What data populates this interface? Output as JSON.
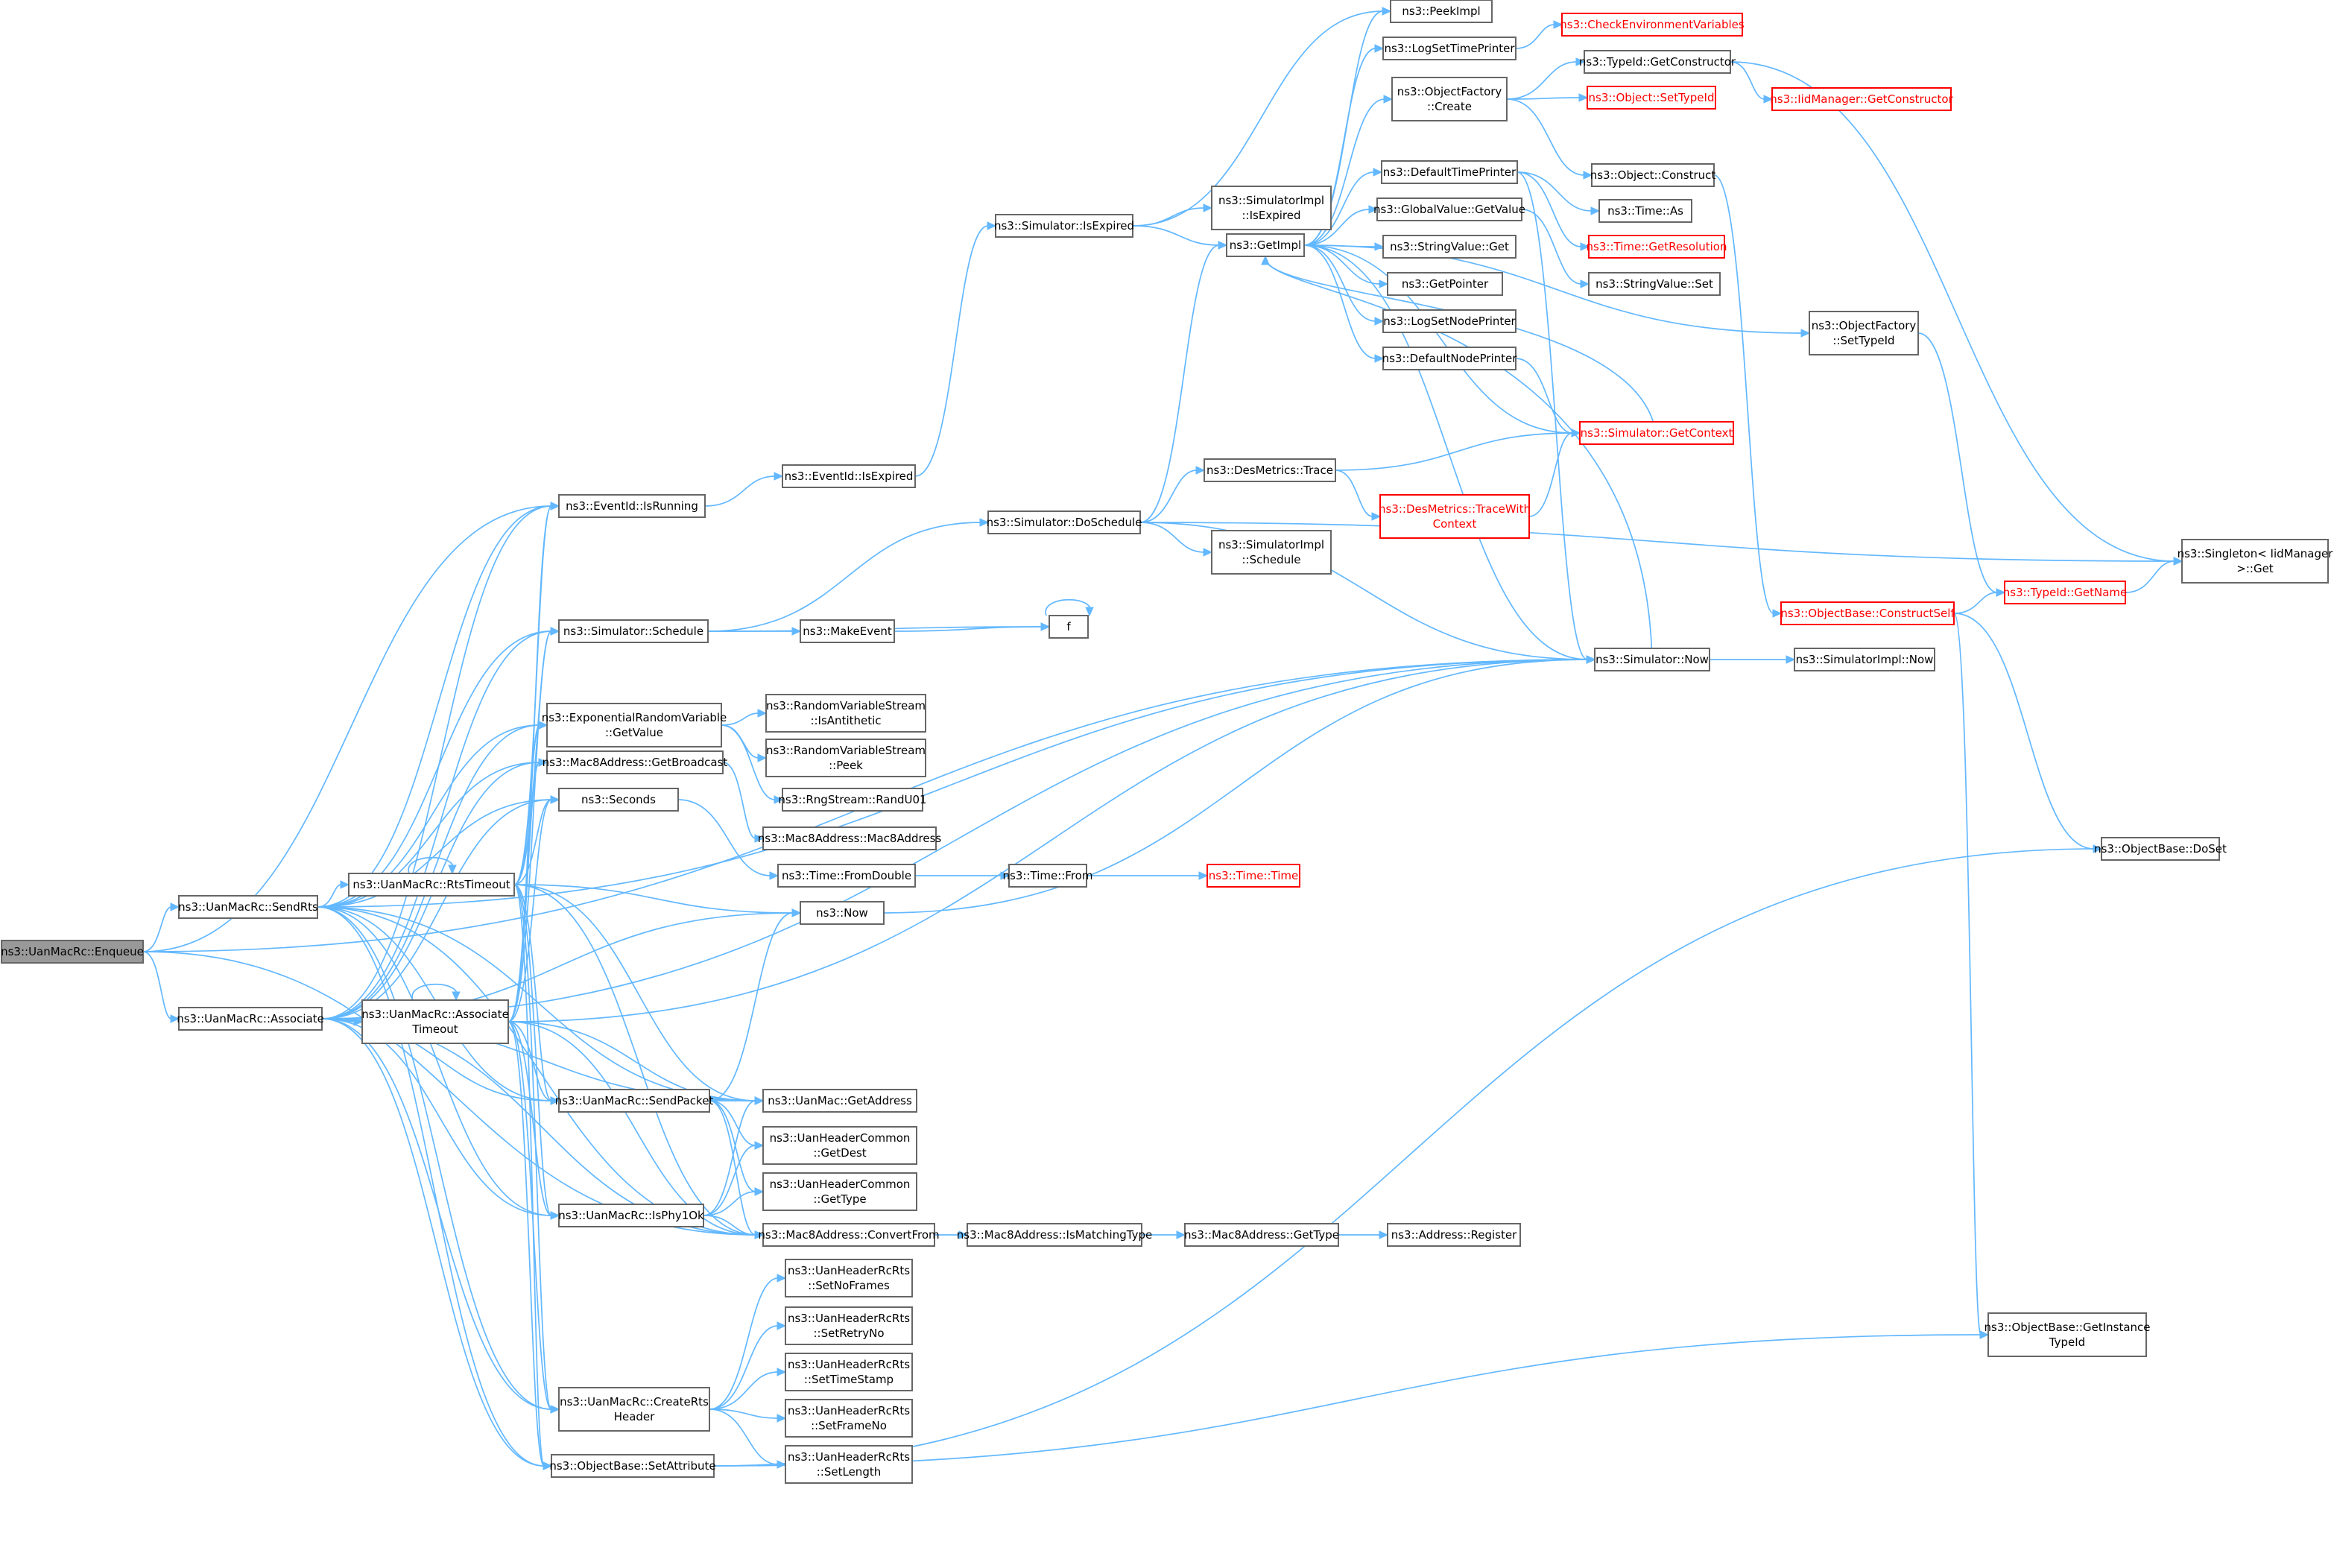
{
  "colors": {
    "edge": "#63b8ff",
    "node_border": "#666666",
    "highlight_border": "#ff0000",
    "start_fill": "#999999"
  },
  "nodes": [
    {
      "id": "enqueue",
      "lines": [
        "ns3::UanMacRc::Enqueue"
      ],
      "start": true
    },
    {
      "id": "sendrts",
      "lines": [
        "ns3::UanMacRc::SendRts"
      ]
    },
    {
      "id": "associate",
      "lines": [
        "ns3::UanMacRc::Associate"
      ]
    },
    {
      "id": "rtstimeout",
      "lines": [
        "ns3::UanMacRc::RtsTimeout"
      ]
    },
    {
      "id": "assoctimeout",
      "lines": [
        "ns3::UanMacRc::Associate",
        "Timeout"
      ]
    },
    {
      "id": "isrunning",
      "lines": [
        "ns3::EventId::IsRunning"
      ]
    },
    {
      "id": "schedule",
      "lines": [
        "ns3::Simulator::Schedule"
      ]
    },
    {
      "id": "expgetvalue",
      "lines": [
        "ns3::ExponentialRandomVariable",
        "::GetValue"
      ]
    },
    {
      "id": "getbroadcast",
      "lines": [
        "ns3::Mac8Address::GetBroadcast"
      ]
    },
    {
      "id": "seconds",
      "lines": [
        "ns3::Seconds"
      ]
    },
    {
      "id": "sendpacket",
      "lines": [
        "ns3::UanMacRc::SendPacket"
      ]
    },
    {
      "id": "isphy1ok",
      "lines": [
        "ns3::UanMacRc::IsPhy1Ok"
      ]
    },
    {
      "id": "creatertsheader",
      "lines": [
        "ns3::UanMacRc::CreateRts",
        "Header"
      ]
    },
    {
      "id": "setattribute",
      "lines": [
        "ns3::ObjectBase::SetAttribute"
      ]
    },
    {
      "id": "iseexpired",
      "lines": [
        "ns3::EventId::IsExpired"
      ]
    },
    {
      "id": "simisexpired",
      "lines": [
        "ns3::Simulator::IsExpired"
      ]
    },
    {
      "id": "doschedule",
      "lines": [
        "ns3::Simulator::DoSchedule"
      ]
    },
    {
      "id": "makeevent",
      "lines": [
        "ns3::MakeEvent"
      ]
    },
    {
      "id": "f",
      "lines": [
        "f"
      ]
    },
    {
      "id": "isantithetic",
      "lines": [
        "ns3::RandomVariableStream",
        "::IsAntithetic"
      ]
    },
    {
      "id": "peek",
      "lines": [
        "ns3::RandomVariableStream",
        "::Peek"
      ]
    },
    {
      "id": "randu01",
      "lines": [
        "ns3::RngStream::RandU01"
      ]
    },
    {
      "id": "mac8ctor",
      "lines": [
        "ns3::Mac8Address::Mac8Address"
      ]
    },
    {
      "id": "fromdouble",
      "lines": [
        "ns3::Time::FromDouble"
      ]
    },
    {
      "id": "now",
      "lines": [
        "ns3::Now"
      ]
    },
    {
      "id": "uanmacgetaddress",
      "lines": [
        "ns3::UanMac::GetAddress"
      ]
    },
    {
      "id": "getdest",
      "lines": [
        "ns3::UanHeaderCommon",
        "::GetDest"
      ]
    },
    {
      "id": "gettype_common",
      "lines": [
        "ns3::UanHeaderCommon",
        "::GetType"
      ]
    },
    {
      "id": "convertfrom",
      "lines": [
        "ns3::Mac8Address::ConvertFrom"
      ]
    },
    {
      "id": "setnoframes",
      "lines": [
        "ns3::UanHeaderRcRts",
        "::SetNoFrames"
      ]
    },
    {
      "id": "setretryno",
      "lines": [
        "ns3::UanHeaderRcRts",
        "::SetRetryNo"
      ]
    },
    {
      "id": "settimestamp",
      "lines": [
        "ns3::UanHeaderRcRts",
        "::SetTimeStamp"
      ]
    },
    {
      "id": "setframeno",
      "lines": [
        "ns3::UanHeaderRcRts",
        "::SetFrameNo"
      ]
    },
    {
      "id": "setlength",
      "lines": [
        "ns3::UanHeaderRcRts",
        "::SetLength"
      ]
    },
    {
      "id": "simimplisexpired",
      "lines": [
        "ns3::SimulatorImpl",
        "::IsExpired"
      ]
    },
    {
      "id": "getimpl",
      "lines": [
        "ns3::GetImpl"
      ]
    },
    {
      "id": "destrace",
      "lines": [
        "ns3::DesMetrics::Trace"
      ]
    },
    {
      "id": "simimplschedule",
      "lines": [
        "ns3::SimulatorImpl",
        "::Schedule"
      ]
    },
    {
      "id": "timefrom",
      "lines": [
        "ns3::Time::From"
      ]
    },
    {
      "id": "ismatchingtype",
      "lines": [
        "ns3::Mac8Address::IsMatchingType"
      ]
    },
    {
      "id": "mac8gettype",
      "lines": [
        "ns3::Mac8Address::GetType"
      ]
    },
    {
      "id": "register",
      "lines": [
        "ns3::Address::Register"
      ]
    },
    {
      "id": "timetime",
      "lines": [
        "ns3::Time::Time"
      ],
      "red": true
    },
    {
      "id": "peekimpl",
      "lines": [
        "ns3::PeekImpl"
      ]
    },
    {
      "id": "logsettimeprinter",
      "lines": [
        "ns3::LogSetTimePrinter"
      ]
    },
    {
      "id": "ofcreate",
      "lines": [
        "ns3::ObjectFactory",
        "::Create"
      ]
    },
    {
      "id": "defaulttimeprinter",
      "lines": [
        "ns3::DefaultTimePrinter"
      ]
    },
    {
      "id": "globalvalue",
      "lines": [
        "ns3::GlobalValue::GetValue"
      ]
    },
    {
      "id": "stringvalueget",
      "lines": [
        "ns3::StringValue::Get"
      ]
    },
    {
      "id": "getpointer",
      "lines": [
        "ns3::GetPointer"
      ]
    },
    {
      "id": "logsetnodeprinter",
      "lines": [
        "ns3::LogSetNodePrinter"
      ]
    },
    {
      "id": "defaultnodeprinter",
      "lines": [
        "ns3::DefaultNodePrinter"
      ]
    },
    {
      "id": "destracewithcontext",
      "lines": [
        "ns3::DesMetrics::TraceWith",
        "Context"
      ],
      "red": true
    },
    {
      "id": "getcontext",
      "lines": [
        "ns3::Simulator::GetContext"
      ],
      "red": true
    },
    {
      "id": "simnow",
      "lines": [
        "ns3::Simulator::Now"
      ]
    },
    {
      "id": "checkenv",
      "lines": [
        "ns3::CheckEnvironmentVariables"
      ],
      "red": true
    },
    {
      "id": "tidgetctor",
      "lines": [
        "ns3::TypeId::GetConstructor"
      ]
    },
    {
      "id": "objsettypeid",
      "lines": [
        "ns3::Object::SetTypeId"
      ],
      "red": true
    },
    {
      "id": "objconstruct",
      "lines": [
        "ns3::Object::Construct"
      ]
    },
    {
      "id": "timeas",
      "lines": [
        "ns3::Time::As"
      ]
    },
    {
      "id": "getresolution",
      "lines": [
        "ns3::Time::GetResolution"
      ],
      "red": true
    },
    {
      "id": "stringvalueset",
      "lines": [
        "ns3::StringValue::Set"
      ]
    },
    {
      "id": "ofsettypeid",
      "lines": [
        "ns3::ObjectFactory",
        "::SetTypeId"
      ]
    },
    {
      "id": "simimplnow",
      "lines": [
        "ns3::SimulatorImpl::Now"
      ]
    },
    {
      "id": "iidgetctor",
      "lines": [
        "ns3::IidManager::GetConstructor"
      ],
      "red": true
    },
    {
      "id": "constructself",
      "lines": [
        "ns3::ObjectBase::ConstructSelf"
      ],
      "red": true
    },
    {
      "id": "tidgetname",
      "lines": [
        "ns3::TypeId::GetName"
      ],
      "red": true
    },
    {
      "id": "singletonget",
      "lines": [
        "ns3::Singleton< IidManager",
        ">::Get"
      ]
    },
    {
      "id": "doset",
      "lines": [
        "ns3::ObjectBase::DoSet"
      ]
    },
    {
      "id": "getinstancetypeid",
      "lines": [
        "ns3::ObjectBase::GetInstance",
        "TypeId"
      ]
    }
  ]
}
